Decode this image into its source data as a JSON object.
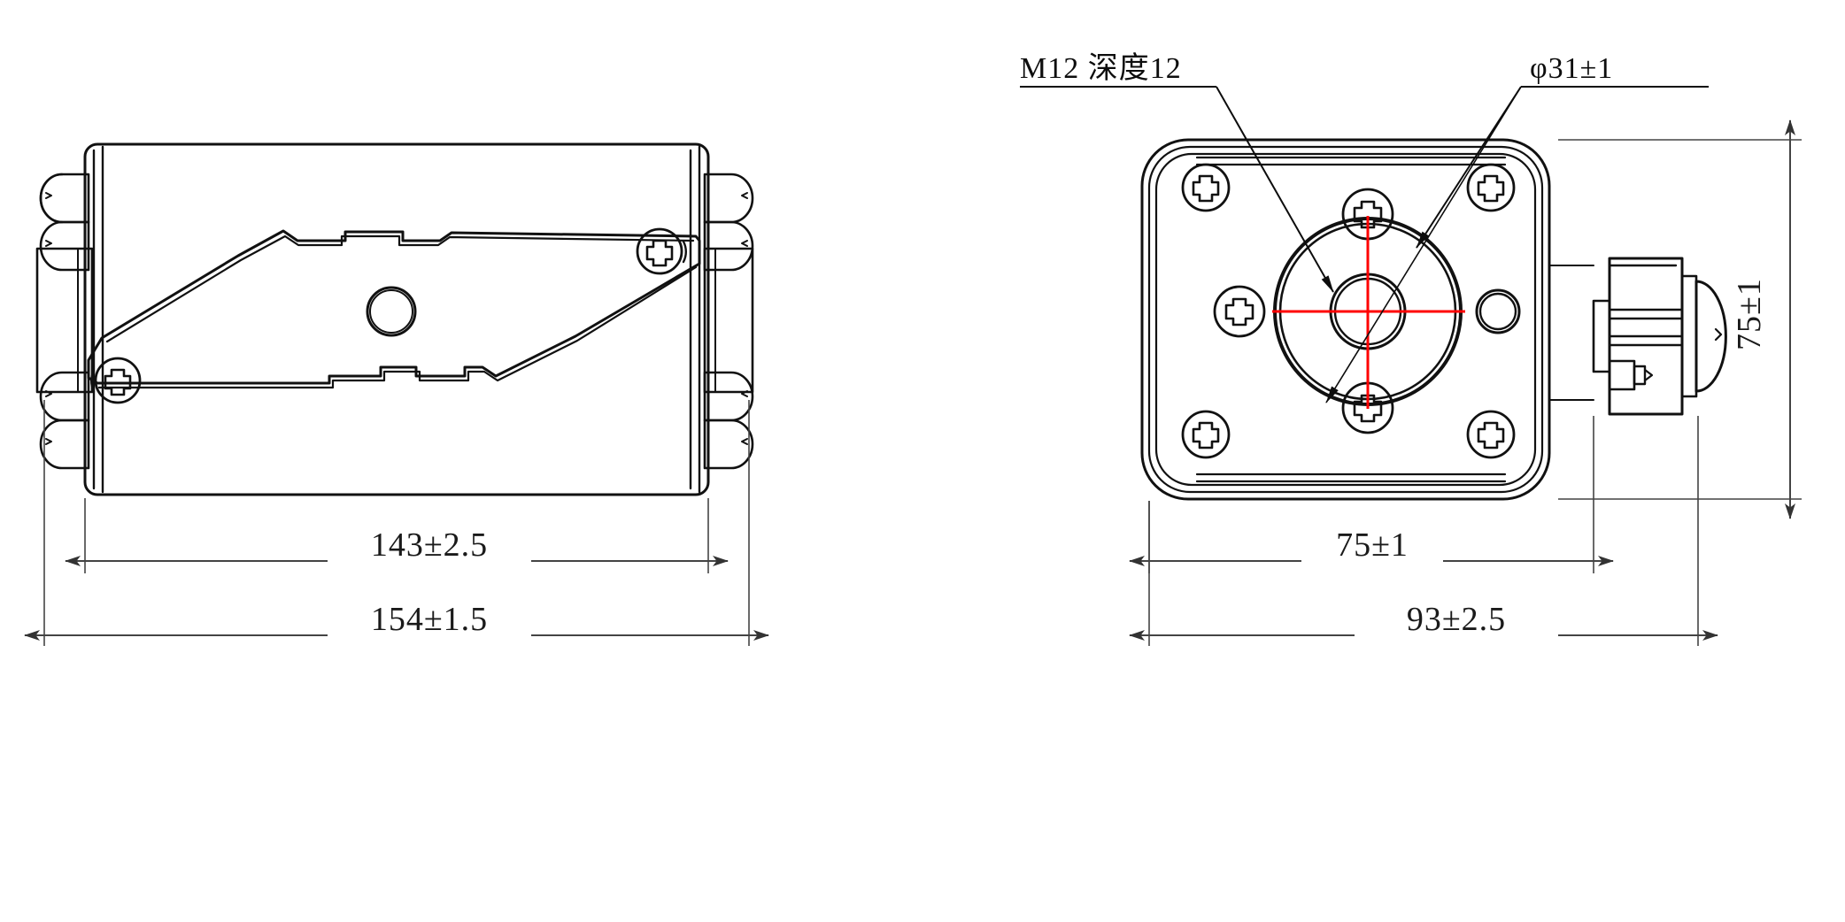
{
  "drawing": {
    "title": "Mechanical part outline drawing - side view and end view",
    "line_color": "#111111",
    "centerline_color": "#ff0000",
    "background": "#ffffff"
  },
  "notes": [
    {
      "id": "note-m12",
      "text": "M12 深度12",
      "meaning": "M12 thread, depth 12",
      "anchor": "center-threaded-hole"
    },
    {
      "id": "note-phi31",
      "text": "φ31±1",
      "meaning": "diameter 31 plus minus 1",
      "anchor": "center-boss-outer-circle"
    }
  ],
  "dimensions": {
    "side_view": [
      {
        "id": "dim-143",
        "text": "143±2.5",
        "orientation": "horizontal"
      },
      {
        "id": "dim-154",
        "text": "154±1.5",
        "orientation": "horizontal"
      }
    ],
    "end_view": [
      {
        "id": "dim-75-horizontal",
        "text": "75±1",
        "orientation": "horizontal"
      },
      {
        "id": "dim-93",
        "text": "93±2.5",
        "orientation": "horizontal"
      },
      {
        "id": "dim-75-vertical",
        "text": "75±1",
        "orientation": "vertical"
      }
    ]
  },
  "views": {
    "side": {
      "name": "side-view",
      "label": ""
    },
    "end": {
      "name": "end-view",
      "label": ""
    }
  }
}
